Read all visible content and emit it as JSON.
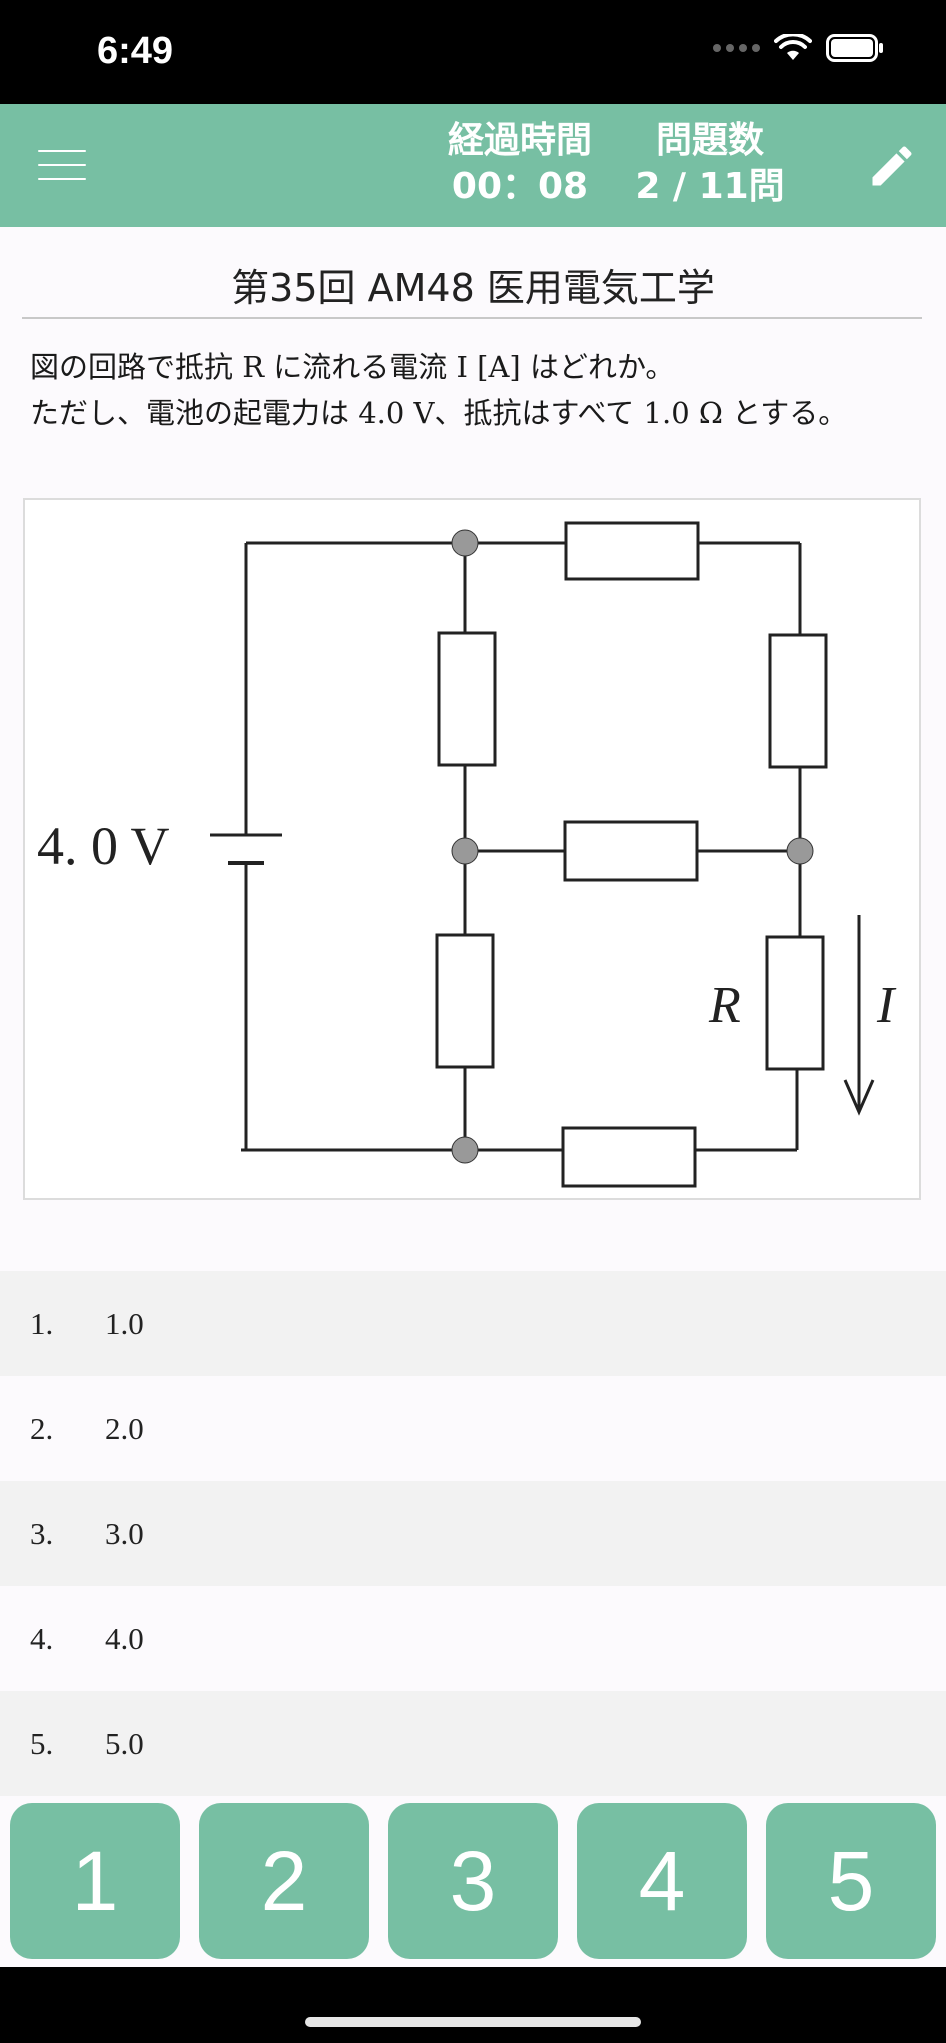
{
  "status_bar": {
    "time": "6:49"
  },
  "header": {
    "elapsed_label": "経過時間",
    "elapsed_value": "00：08",
    "count_label": "問題数",
    "count_value": "2 / 11問"
  },
  "question": {
    "title": "第35回 AM48 医用電気工学",
    "line1": "図の回路で抵抗 R に流れる電流 I [A] はどれか。",
    "line2": "ただし、電池の起電力は 4.0 V、抵抗はすべて 1.0 Ω とする。"
  },
  "figure": {
    "battery_label": "4. 0 V",
    "resistor_label": "R",
    "current_label": "I"
  },
  "choices": [
    {
      "num": "1.",
      "text": "1.0"
    },
    {
      "num": "2.",
      "text": "2.0"
    },
    {
      "num": "3.",
      "text": "3.0"
    },
    {
      "num": "4.",
      "text": "4.0"
    },
    {
      "num": "5.",
      "text": "5.0"
    }
  ],
  "answer_buttons": [
    "1",
    "2",
    "3",
    "4",
    "5"
  ]
}
